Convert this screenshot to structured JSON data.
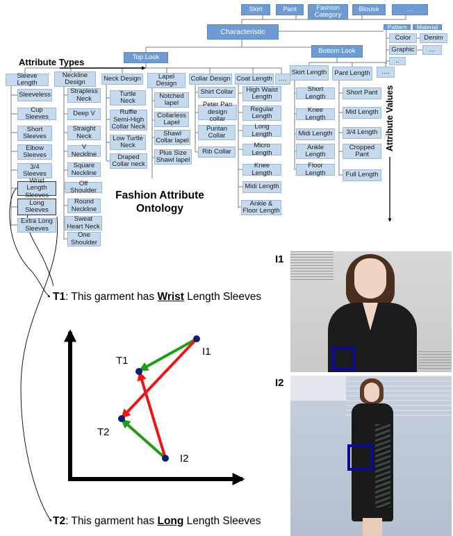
{
  "ontology": {
    "top_categories": [
      "Skirt",
      "Pant",
      "Fashion Category",
      "Blouse",
      "…"
    ],
    "characteristic": "Characteristic",
    "side": {
      "pattern": "Pattern",
      "material": "Material",
      "color": "Color",
      "denim": "Denim",
      "graphic": "Graphic",
      "graphic_more": "…",
      "more": ".."
    },
    "top_look": "Top Look",
    "bottom_look": "Bottom Look",
    "attribute_types_label": "Attribute Types",
    "attribute_values_label": "Attribute Values",
    "title_line1": "Fashion Attribute",
    "title_line2": "Ontology",
    "top_types": [
      "Sleeve Length",
      "Neckline Design",
      "Neck Design",
      "Lapel Design",
      "Collar Design",
      "Coat Length",
      "…."
    ],
    "bottom_types": [
      "Skirt Length",
      "Pant Length",
      "…."
    ],
    "values": {
      "sleeve": [
        "Sleeveless",
        "Cup Sleeves",
        "Short Sleeves",
        "Elbow Sleeves",
        "3/4 Sleeves",
        "Wrist Length Sleeves",
        "Long Sleeves",
        "Extra Long Sleeves"
      ],
      "neckline": [
        "Strapless Neck",
        "Deep V",
        "Straight Neck",
        "V Neckline",
        "Square Neckline",
        "Off Shoulder",
        "Round Neckline",
        "Sweat Heart Neck",
        "One Shoulder"
      ],
      "neck": [
        "Turtle Neck",
        "Ruffle Semi-High Collar Neck",
        "Low Turtle Neck",
        "Draped Collar neck"
      ],
      "lapel": [
        "Notched lapel",
        "Collarless Lapel",
        "Shawl Collar lapel",
        "Plus Size Shawl lapel"
      ],
      "collar": [
        "Shirt Collar",
        "Peter Pan design collar",
        "Puritan Collar",
        "Rib Collar"
      ],
      "coat": [
        "High Waist Length",
        "Regular Length",
        "Long Length",
        "Micro Length",
        "Knee Length",
        "Midi Length",
        "Ankle & Floor Length"
      ],
      "skirt": [
        "Short Length",
        "Knee Length",
        "Midi Length",
        "Ankle Length",
        "Floor Length"
      ],
      "pant": [
        "Short Pant",
        "Mid Length",
        "3/4 Length",
        "Cropped Pant",
        "Full Length"
      ]
    }
  },
  "texts": {
    "t1_label": "T1",
    "t1_pre": ": This garment has ",
    "t1_key": "Wrist",
    "t1_post": " Length Sleeves",
    "t2_label": "T2",
    "t2_pre": ": This garment has ",
    "t2_key": "Long",
    "t2_post": " Length Sleeves"
  },
  "embedding": {
    "points": {
      "T1": "T1",
      "T2": "T2",
      "I1": "I1",
      "I2": "I2"
    },
    "colors": {
      "point": "#0c1f6e",
      "match_arrow": "#19a012",
      "mismatch_arrow": "#f01414"
    }
  },
  "images": {
    "i1_label": "I1",
    "i2_label": "I2",
    "focus_box_color": "#0a0a96"
  }
}
